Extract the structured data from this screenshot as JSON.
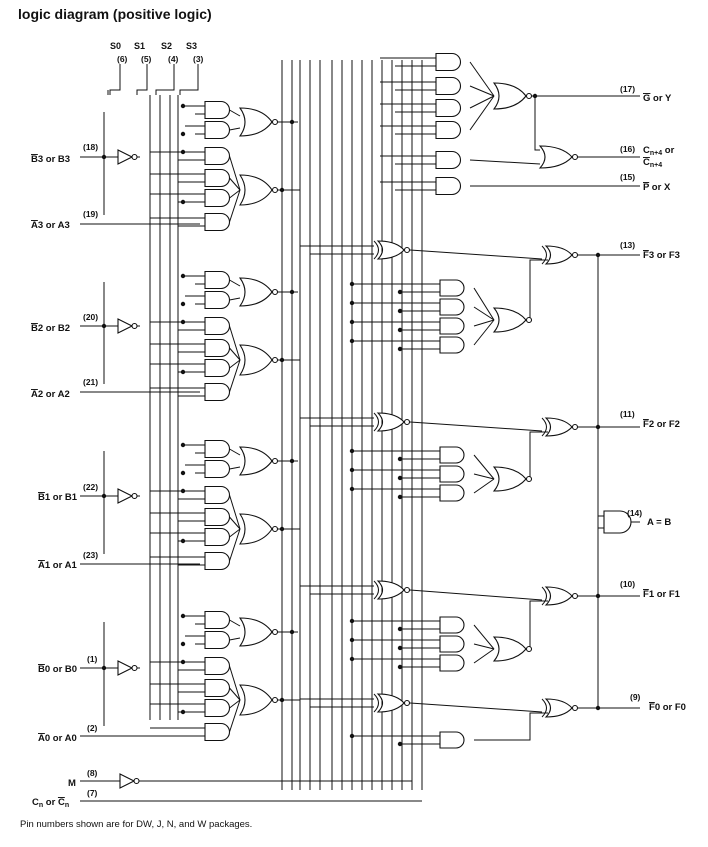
{
  "title": "logic diagram (positive logic)",
  "footnote": "Pin numbers shown are for DW, J, N, and W packages.",
  "select_inputs": [
    {
      "name": "S0",
      "pin": "(6)"
    },
    {
      "name": "S1",
      "pin": "(5)"
    },
    {
      "name": "S2",
      "pin": "(4)"
    },
    {
      "name": "S3",
      "pin": "(3)"
    }
  ],
  "left_inputs": [
    {
      "id": "b3",
      "bar": "B",
      "rest": "3 or B3",
      "pin": "(18)"
    },
    {
      "id": "a3",
      "bar": "A",
      "rest": "3 or A3",
      "pin": "(19)"
    },
    {
      "id": "b2",
      "bar": "B",
      "rest": "2 or B2",
      "pin": "(20)"
    },
    {
      "id": "a2",
      "bar": "A",
      "rest": "2 or A2",
      "pin": "(21)"
    },
    {
      "id": "b1",
      "bar": "B",
      "rest": "1 or B1",
      "pin": "(22)"
    },
    {
      "id": "a1",
      "bar": "A",
      "rest": "1 or A1",
      "pin": "(23)"
    },
    {
      "id": "b0",
      "bar": "B",
      "rest": "0 or B0",
      "pin": "(1)"
    },
    {
      "id": "a0",
      "bar": "A",
      "rest": "0 or A0",
      "pin": "(2)"
    },
    {
      "id": "m",
      "bar": "",
      "rest": "M",
      "pin": "(8)"
    }
  ],
  "carry_input": {
    "pre": "C",
    "sub": "n",
    "mid": " or ",
    "bar": "C",
    "sub2": "n",
    "pin": "(7)"
  },
  "outputs": [
    {
      "id": "g",
      "pin": "(17)",
      "bar": "G",
      "rest": " or Y"
    },
    {
      "id": "cn4",
      "pin": "(16)",
      "l1": "C",
      "l1sub": "n+4",
      "l1rest": " or",
      "l2bar": "C",
      "l2sub": "n+4"
    },
    {
      "id": "p",
      "pin": "(15)",
      "bar": "P",
      "rest": " or X"
    },
    {
      "id": "f3",
      "pin": "(13)",
      "bar": "F",
      "rest": "3 or F3"
    },
    {
      "id": "f2",
      "pin": "(11)",
      "bar": "F",
      "rest": "2 or F2"
    },
    {
      "id": "aeqb",
      "pin": "(14)",
      "bar": "",
      "rest": "A = B"
    },
    {
      "id": "f1",
      "pin": "(10)",
      "bar": "F",
      "rest": "1 or F1"
    },
    {
      "id": "f0",
      "pin": "(9)",
      "bar": "F",
      "rest": "0 or F0"
    }
  ]
}
